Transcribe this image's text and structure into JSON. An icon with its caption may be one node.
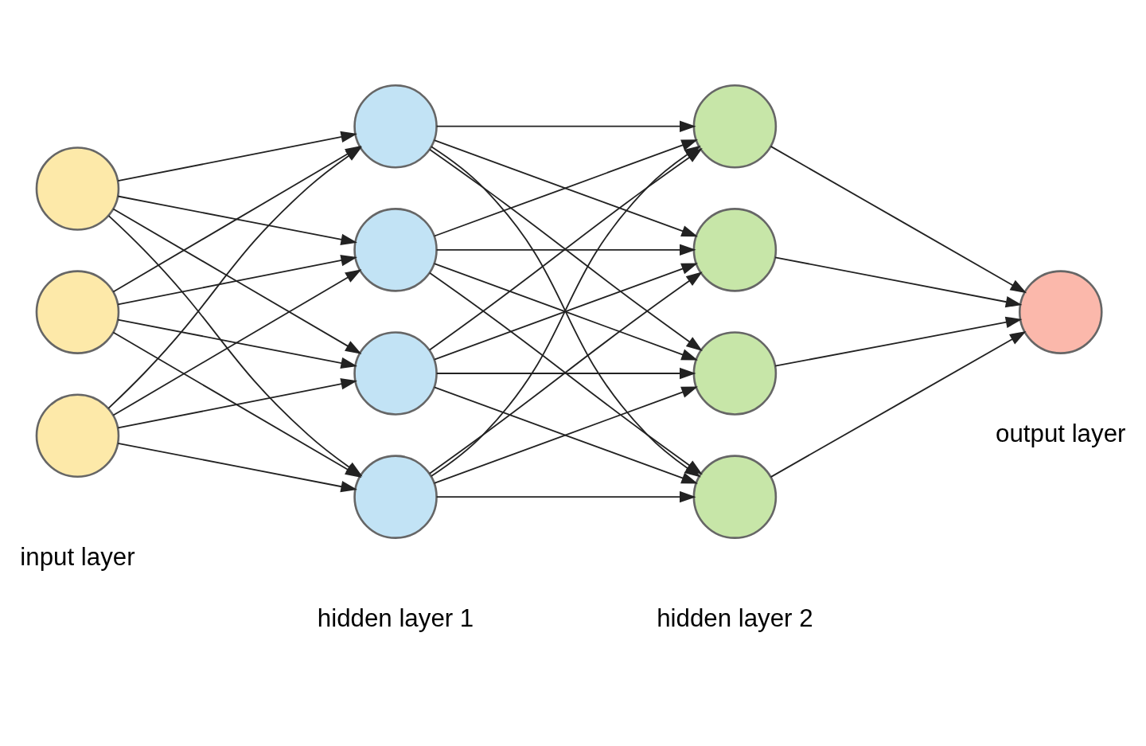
{
  "diagram": {
    "nodes": [
      {
        "text": [],
        "shape": "circle"
      },
      {
        "text": [],
        "shape": "circle"
      },
      {
        "text": [],
        "shape": "circle"
      },
      {
        "text": [],
        "shape": "circle"
      },
      {
        "text": [],
        "shape": "circle"
      },
      {
        "text": [],
        "shape": "circle"
      },
      {
        "text": [],
        "shape": "circle"
      },
      {
        "text": [],
        "shape": "circle"
      },
      {
        "text": [],
        "shape": "circle"
      },
      {
        "text": [],
        "shape": "circle"
      },
      {
        "text": [],
        "shape": "circle"
      },
      {
        "text": [],
        "shape": "circle"
      }
    ],
    "edges": [
      {
        "from": 0,
        "to": 3,
        "arrow": "to"
      },
      {
        "from": 0,
        "to": 4,
        "arrow": "to"
      },
      {
        "from": 0,
        "to": 5,
        "arrow": "to"
      },
      {
        "from": 0,
        "to": 6,
        "arrow": "to"
      },
      {
        "from": 1,
        "to": 3,
        "arrow": "to"
      },
      {
        "from": 1,
        "to": 4,
        "arrow": "to"
      },
      {
        "from": 1,
        "to": 5,
        "arrow": "to"
      },
      {
        "from": 1,
        "to": 6,
        "arrow": "to"
      },
      {
        "from": 2,
        "to": 3,
        "arrow": "to"
      },
      {
        "from": 2,
        "to": 4,
        "arrow": "to"
      },
      {
        "from": 2,
        "to": 5,
        "arrow": "to"
      },
      {
        "from": 2,
        "to": 6,
        "arrow": "to"
      },
      {
        "from": 3,
        "to": 7,
        "arrow": "to"
      },
      {
        "from": 3,
        "to": 8,
        "arrow": "to"
      },
      {
        "from": 3,
        "to": 9,
        "arrow": "to"
      },
      {
        "from": 3,
        "to": 10,
        "arrow": "to"
      },
      {
        "from": 4,
        "to": 7,
        "arrow": "to"
      },
      {
        "from": 4,
        "to": 8,
        "arrow": "to"
      },
      {
        "from": 4,
        "to": 9,
        "arrow": "to"
      },
      {
        "from": 4,
        "to": 10,
        "arrow": "to"
      },
      {
        "from": 5,
        "to": 7,
        "arrow": "to"
      },
      {
        "from": 5,
        "to": 8,
        "arrow": "to"
      },
      {
        "from": 5,
        "to": 9,
        "arrow": "to"
      },
      {
        "from": 5,
        "to": 10,
        "arrow": "to"
      },
      {
        "from": 6,
        "to": 7,
        "arrow": "to"
      },
      {
        "from": 6,
        "to": 8,
        "arrow": "to"
      },
      {
        "from": 6,
        "to": 9,
        "arrow": "to"
      },
      {
        "from": 6,
        "to": 10,
        "arrow": "to"
      },
      {
        "from": 7,
        "to": 11,
        "arrow": "to"
      },
      {
        "from": 8,
        "to": 11,
        "arrow": "to"
      },
      {
        "from": 9,
        "to": 11,
        "arrow": "to"
      },
      {
        "from": 10,
        "to": 11,
        "arrow": "to"
      }
    ],
    "labels": [
      "input layer",
      "hidden layer 1",
      "hidden layer 2",
      "output layer"
    ]
  }
}
